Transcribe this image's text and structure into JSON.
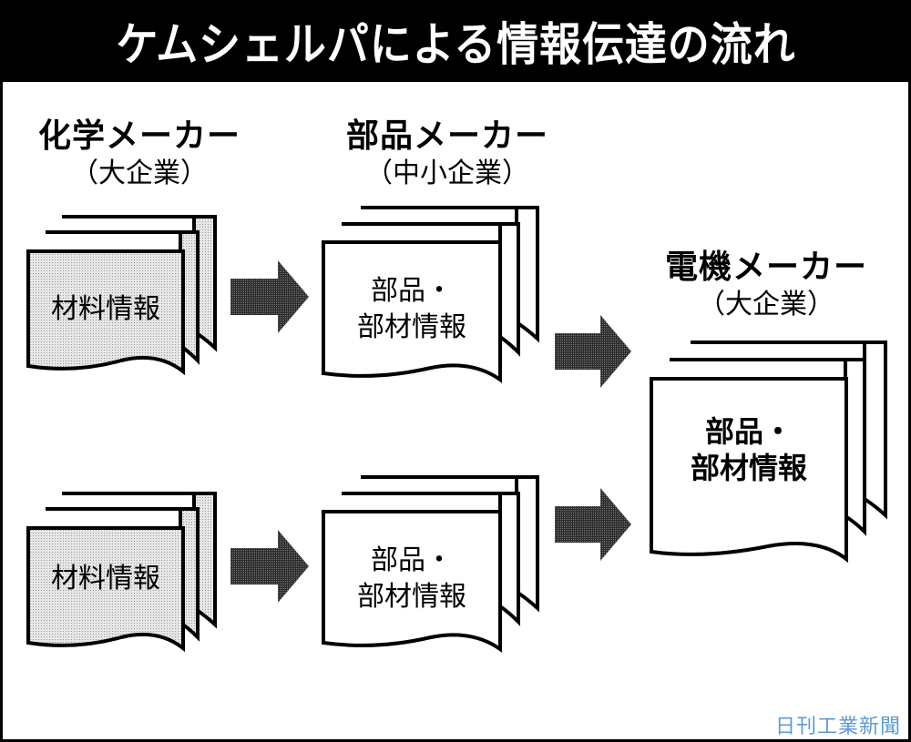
{
  "title": "ケムシェルパによる情報伝達の流れ",
  "columns": {
    "chemical": {
      "name": "化学メーカー",
      "sub": "（大企業）"
    },
    "parts": {
      "name": "部品メーカー",
      "sub": "（中小企業）"
    },
    "electric": {
      "name": "電機メーカー",
      "sub": "（大企業）"
    }
  },
  "documents": {
    "material_top": {
      "line1": "材料情報"
    },
    "material_bottom": {
      "line1": "材料情報"
    },
    "parts_top": {
      "line1": "部品・",
      "line2": "部材情報"
    },
    "parts_bottom": {
      "line1": "部品・",
      "line2": "部材情報"
    },
    "electric": {
      "line1": "部品・",
      "line2": "部材情報"
    }
  },
  "colors": {
    "shaded_doc": "#e2e2e2",
    "arrow": "#3a3a3a",
    "credit": "#5b9bd5"
  },
  "credit": "日刊工業新聞"
}
